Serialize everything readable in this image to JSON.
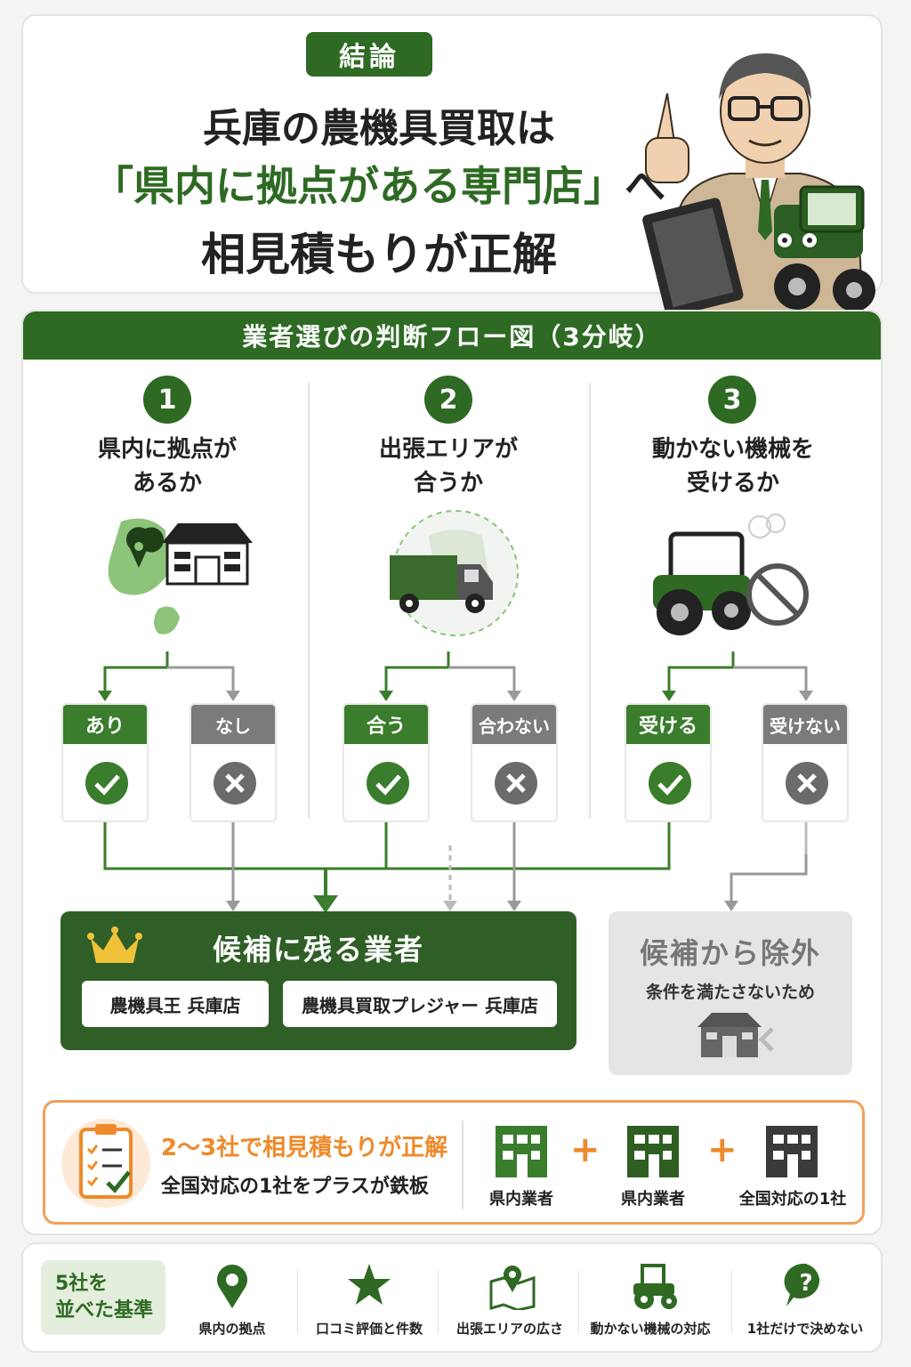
{
  "hero": {
    "badge": "結論",
    "line1": "兵庫の農機具買取は",
    "line2_highlight": "「県内に拠点がある専門店」",
    "line2_suffix": "へ",
    "line3": "相見積もりが正解"
  },
  "flow": {
    "header": "業者選びの判断フロー図（3分岐）",
    "criteria": [
      {
        "number": "1",
        "title_l1": "県内に拠点が",
        "title_l2": "あるか",
        "yes": "あり",
        "no": "なし"
      },
      {
        "number": "2",
        "title_l1": "出張エリアが",
        "title_l2": "合うか",
        "yes": "合う",
        "no": "合わない"
      },
      {
        "number": "3",
        "title_l1": "動かない機械を",
        "title_l2": "受けるか",
        "yes": "受ける",
        "no": "受けない"
      }
    ],
    "keep": {
      "title": "候補に残る業者",
      "shops": [
        "農機具王 兵庫店",
        "農機具買取プレジャー 兵庫店"
      ]
    },
    "exclude": {
      "title": "候補から除外",
      "subtitle": "条件を満たさないため"
    },
    "summary": {
      "headline": "2〜3社で相見積もりが正解",
      "sub": "全国対応の1社をプラスが鉄板",
      "buildings": [
        "県内業者",
        "県内業者",
        "全国対応の1社"
      ],
      "plus": "+"
    }
  },
  "criteria_bar": {
    "tag_l1": "5社を",
    "tag_l2": "並べた基準",
    "items": [
      "県内の拠点",
      "口コミ評価と件数",
      "出張エリアの広さ",
      "動かない機械の対応",
      "1社だけで決めない"
    ]
  },
  "colors": {
    "green": "#2e6a23",
    "green_light": "#3a7d2c",
    "gray": "#7b7b7b",
    "orange": "#ee8a2a"
  }
}
